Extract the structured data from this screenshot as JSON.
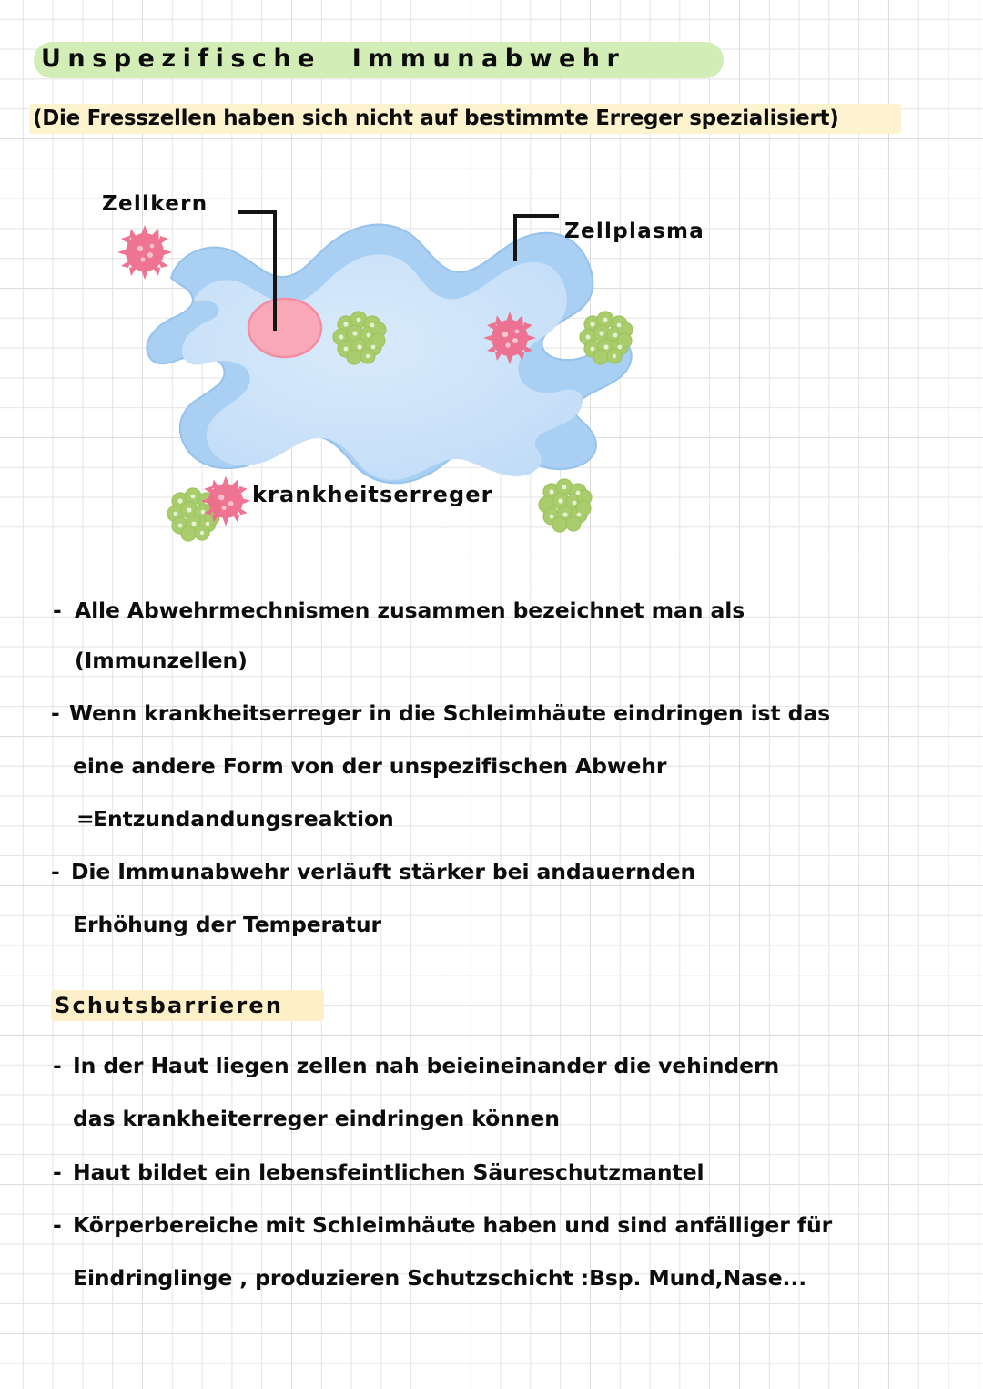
{
  "page": {
    "title": "Unspezifische  Immunabwehr",
    "subtitle": "(Die Fresszellen haben sich nicht auf bestimmte Erreger spezialisiert)",
    "paper": "grid-paper",
    "colors": {
      "title_highlight": "#d2edb6",
      "subtitle_highlight": "#fdf3cf",
      "section_highlight": "#fdf0c9",
      "cell_membrane": "#a9cff2",
      "cell_plasma": "#c9e2f8",
      "nucleus": "#f9a8b8",
      "nucleus_outline": "#f58ca2",
      "pathogen_pink": "#ef6d8d",
      "pathogen_green": "#a9cd6d",
      "ink": "#0d0d0d",
      "grid_line": "#e3e3e3"
    }
  },
  "diagram": {
    "labels": {
      "nucleus": "Zellkern",
      "plasma": "Zellplasma",
      "legend": "krankheitserreger"
    },
    "legend_items": [
      {
        "name": "pathogen-pink",
        "color": "#ef6d8d",
        "shape": "spiky-star-cluster"
      },
      {
        "name": "pathogen-green",
        "color": "#a9cd6d",
        "shape": "berry-cluster"
      }
    ],
    "pathogens": [
      {
        "type": "pink",
        "position": "outside-upper-left"
      },
      {
        "type": "green",
        "position": "left-edge"
      },
      {
        "type": "green",
        "position": "inside-center"
      },
      {
        "type": "pink",
        "position": "inside-right"
      },
      {
        "type": "green",
        "position": "outside-right"
      }
    ]
  },
  "notes": {
    "block1": [
      {
        "bullet": "-",
        "text": "Alle Abwehrmechnismen zusammen bezeichnet man als",
        "indent": false
      },
      {
        "bullet": "",
        "text": "(Immunzellen)",
        "indent": true
      },
      {
        "bullet": "-",
        "text": "Wenn krankheitserreger in die Schleimhäute eindringen ist das",
        "indent": false
      },
      {
        "bullet": "",
        "text": "eine andere Form von der unspezifischen Abwehr",
        "indent": true
      },
      {
        "bullet": "=",
        "text": "Entzundandungsreaktion",
        "indent": true
      },
      {
        "bullet": "-",
        "text": "Die Immunabwehr verläuft stärker bei andauernden",
        "indent": false
      },
      {
        "bullet": "",
        "text": "Erhöhung der Temperatur",
        "indent": true
      }
    ],
    "section_title": "Schutsbarrieren",
    "block2": [
      {
        "bullet": "-",
        "text": "In der Haut liegen zellen nah beieineinander die vehindern",
        "indent": false
      },
      {
        "bullet": "",
        "text": "das krankheiterreger eindringen können",
        "indent": true
      },
      {
        "bullet": "-",
        "text": "Haut bildet ein lebensfeintlichen Säureschutzmantel",
        "indent": false
      },
      {
        "bullet": "-",
        "text": "Körperbereiche mit Schleimhäute haben und sind anfälliger für",
        "indent": false
      },
      {
        "bullet": "",
        "text": "Eindringlinge , produzieren Schutzschicht :Bsp. Mund,Nase...",
        "indent": true
      }
    ]
  }
}
